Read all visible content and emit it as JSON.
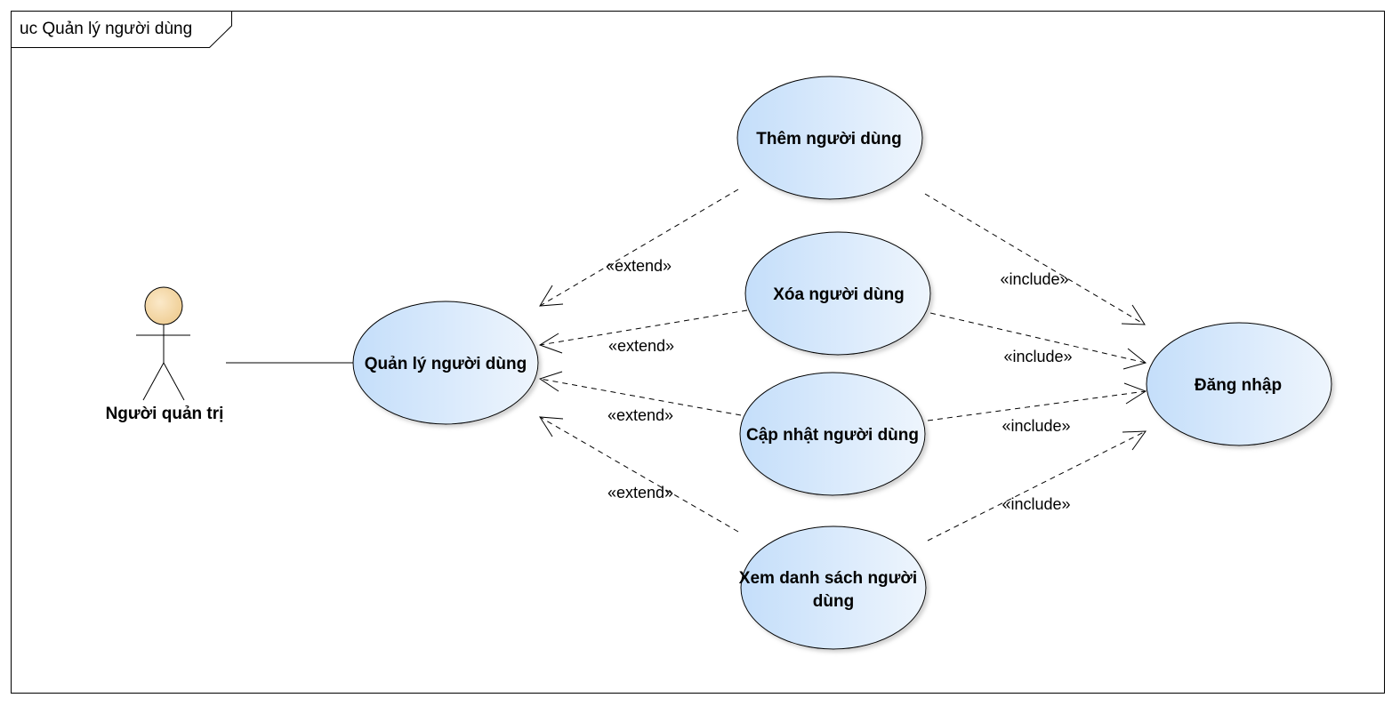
{
  "frame": {
    "title": "uc Quản lý người dùng"
  },
  "actor": {
    "name": "Người quản trị"
  },
  "use_cases": {
    "main": "Quản lý người dùng",
    "add": "Thêm người dùng",
    "delete": "Xóa người dùng",
    "update": "Cập nhật người dùng",
    "list_line1": "Xem danh sách người",
    "list_line2": "dùng",
    "login": "Đăng nhập"
  },
  "relations": {
    "extend": "«extend»",
    "include": "«include»"
  },
  "colors": {
    "ellipse_fill_light": "#eaf3fd",
    "ellipse_fill_dark": "#c9e2fb",
    "actor_head": "#f5d9a8"
  }
}
